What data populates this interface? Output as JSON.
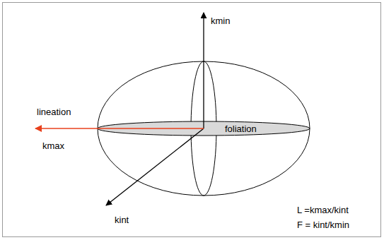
{
  "diagram": {
    "labels": [
      "kmin",
      "lineation",
      "foliation",
      "kmax",
      "kint",
      "L =kmax/kint",
      "F = kint/kmin"
    ]
  }
}
